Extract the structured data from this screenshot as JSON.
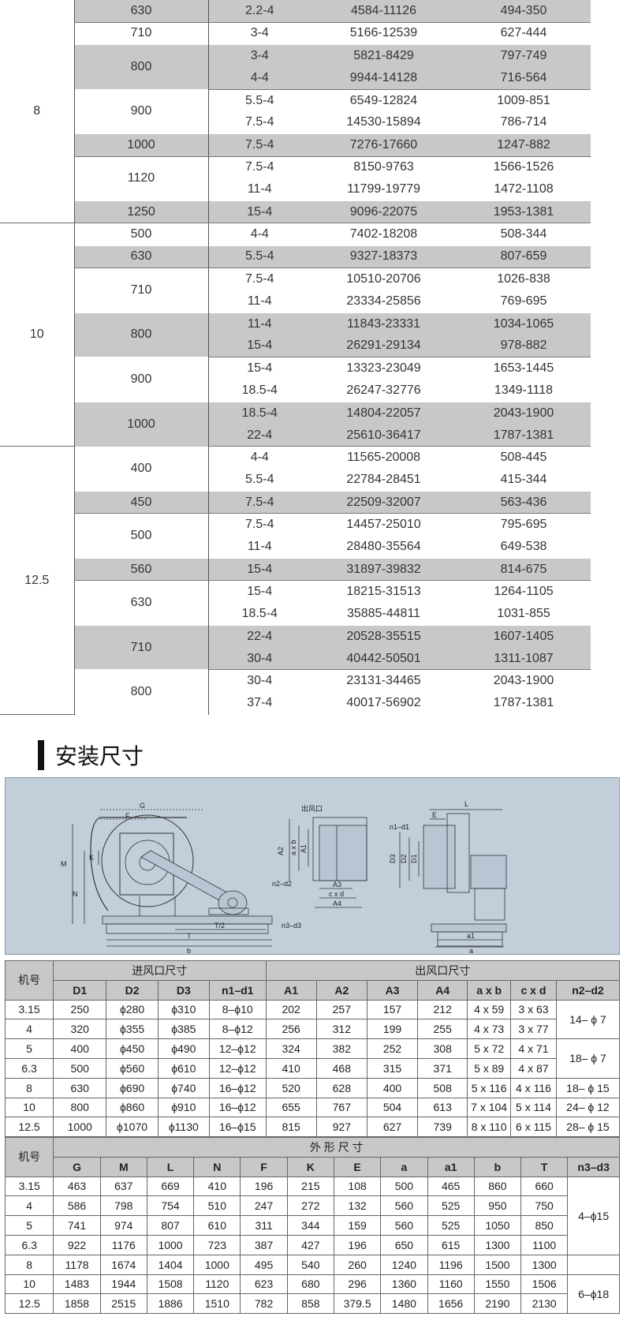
{
  "performance": {
    "groups": [
      {
        "machine": "8",
        "models": [
          {
            "size": "630",
            "rows": [
              [
                "2.2-4",
                "4584-11126",
                "494-350"
              ]
            ]
          },
          {
            "size": "710",
            "rows": [
              [
                "3-4",
                "5166-12539",
                "627-444"
              ]
            ]
          },
          {
            "size": "800",
            "rows": [
              [
                "3-4",
                "5821-8429",
                "797-749"
              ],
              [
                "4-4",
                "9944-14128",
                "716-564"
              ]
            ]
          },
          {
            "size": "900",
            "rows": [
              [
                "5.5-4",
                "6549-12824",
                "1009-851"
              ],
              [
                "7.5-4",
                "14530-15894",
                "786-714"
              ]
            ]
          },
          {
            "size": "1000",
            "rows": [
              [
                "7.5-4",
                "7276-17660",
                "1247-882"
              ]
            ]
          },
          {
            "size": "1120",
            "rows": [
              [
                "7.5-4",
                "8150-9763",
                "1566-1526"
              ],
              [
                "11-4",
                "11799-19779",
                "1472-1108"
              ]
            ]
          },
          {
            "size": "1250",
            "rows": [
              [
                "15-4",
                "9096-22075",
                "1953-1381"
              ]
            ]
          }
        ]
      },
      {
        "machine": "10",
        "models": [
          {
            "size": "500",
            "rows": [
              [
                "4-4",
                "7402-18208",
                "508-344"
              ]
            ]
          },
          {
            "size": "630",
            "rows": [
              [
                "5.5-4",
                "9327-18373",
                "807-659"
              ]
            ]
          },
          {
            "size": "710",
            "rows": [
              [
                "7.5-4",
                "10510-20706",
                "1026-838"
              ],
              [
                "11-4",
                "23334-25856",
                "769-695"
              ]
            ]
          },
          {
            "size": "800",
            "rows": [
              [
                "11-4",
                "11843-23331",
                "1034-1065"
              ],
              [
                "15-4",
                "26291-29134",
                "978-882"
              ]
            ]
          },
          {
            "size": "900",
            "rows": [
              [
                "15-4",
                "13323-23049",
                "1653-1445"
              ],
              [
                "18.5-4",
                "26247-32776",
                "1349-1118"
              ]
            ]
          },
          {
            "size": "1000",
            "rows": [
              [
                "18.5-4",
                "14804-22057",
                "2043-1900"
              ],
              [
                "22-4",
                "25610-36417",
                "1787-1381"
              ]
            ]
          }
        ]
      },
      {
        "machine": "12.5",
        "models": [
          {
            "size": "400",
            "rows": [
              [
                "4-4",
                "11565-20008",
                "508-445"
              ],
              [
                "5.5-4",
                "22784-28451",
                "415-344"
              ]
            ]
          },
          {
            "size": "450",
            "rows": [
              [
                "7.5-4",
                "22509-32007",
                "563-436"
              ]
            ]
          },
          {
            "size": "500",
            "rows": [
              [
                "7.5-4",
                "14457-25010",
                "795-695"
              ],
              [
                "11-4",
                "28480-35564",
                "649-538"
              ]
            ]
          },
          {
            "size": "560",
            "rows": [
              [
                "15-4",
                "31897-39832",
                "814-675"
              ]
            ]
          },
          {
            "size": "630",
            "rows": [
              [
                "15-4",
                "18215-31513",
                "1264-1105"
              ],
              [
                "18.5-4",
                "35885-44811",
                "1031-855"
              ]
            ]
          },
          {
            "size": "710",
            "rows": [
              [
                "22-4",
                "20528-35515",
                "1607-1405"
              ],
              [
                "30-4",
                "40442-50501",
                "1311-1087"
              ]
            ]
          },
          {
            "size": "800",
            "rows": [
              [
                "30-4",
                "23131-34465",
                "2043-1900"
              ],
              [
                "37-4",
                "40017-56902",
                "1787-1381"
              ]
            ]
          }
        ]
      }
    ]
  },
  "section": {
    "title": "安装尺寸"
  },
  "diagram": {
    "outlet_label": "出风口",
    "labels": {
      "G": "G",
      "F": "F",
      "M": "M",
      "K": "K",
      "N": "N",
      "T2": "T/2",
      "T": "T",
      "b": "b",
      "n3d3": "n3–d3",
      "A2": "A2",
      "axb": "a x b",
      "A1": "A1",
      "n2d2": "n2–d2",
      "A3": "A3",
      "cxd": "c x d",
      "A4": "A4",
      "E": "E",
      "L": "L",
      "n1d1": "n1–d1",
      "D3": "D3",
      "D2": "D2",
      "D1": "D1",
      "a1": "a1",
      "a": "a"
    }
  },
  "dim_table1": {
    "machine_label": "机号",
    "inlet_label": "进风口尺寸",
    "outlet_label": "出风口尺寸",
    "inlet_cols": [
      "D1",
      "D2",
      "D3",
      "n1–d1"
    ],
    "outlet_cols": [
      "A1",
      "A2",
      "A3",
      "A4",
      "a x b",
      "c x d",
      "n2–d2"
    ],
    "rows": [
      {
        "machine": "3.15",
        "c": [
          "250",
          "ϕ280",
          "ϕ310",
          "8–ϕ10",
          "202",
          "257",
          "157",
          "212",
          "4 x 59",
          "3 x 63"
        ]
      },
      {
        "machine": "4",
        "c": [
          "320",
          "ϕ355",
          "ϕ385",
          "8–ϕ12",
          "256",
          "312",
          "199",
          "255",
          "4 x 73",
          "3 x 77"
        ]
      },
      {
        "machine": "5",
        "c": [
          "400",
          "ϕ450",
          "ϕ490",
          "12–ϕ12",
          "324",
          "382",
          "252",
          "308",
          "5 x 72",
          "4 x 71"
        ]
      },
      {
        "machine": "6.3",
        "c": [
          "500",
          "ϕ560",
          "ϕ610",
          "12–ϕ12",
          "410",
          "468",
          "315",
          "371",
          "5 x 89",
          "4 x 87"
        ]
      },
      {
        "machine": "8",
        "c": [
          "630",
          "ϕ690",
          "ϕ740",
          "16–ϕ12",
          "520",
          "628",
          "400",
          "508",
          "5 x 116",
          "4 x 116"
        ]
      },
      {
        "machine": "10",
        "c": [
          "800",
          "ϕ860",
          "ϕ910",
          "16–ϕ12",
          "655",
          "767",
          "504",
          "613",
          "7 x 104",
          "5 x 114"
        ]
      },
      {
        "machine": "12.5",
        "c": [
          "1000",
          "ϕ1070",
          "ϕ1130",
          "16–ϕ15",
          "815",
          "927",
          "627",
          "739",
          "8 x 110",
          "6 x 115"
        ]
      }
    ],
    "n2d2": [
      "14– ϕ 7",
      "18– ϕ 7",
      "18– ϕ 15",
      "24– ϕ 12",
      "28– ϕ 15"
    ]
  },
  "dim_table2": {
    "machine_label": "机号",
    "outer_label": "外 形 尺 寸",
    "cols": [
      "G",
      "M",
      "L",
      "N",
      "F",
      "K",
      "E",
      "a",
      "a1",
      "b",
      "T",
      "n3–d3"
    ],
    "rows": [
      {
        "machine": "3.15",
        "c": [
          "463",
          "637",
          "669",
          "410",
          "196",
          "215",
          "108",
          "500",
          "465",
          "860",
          "660"
        ]
      },
      {
        "machine": "4",
        "c": [
          "586",
          "798",
          "754",
          "510",
          "247",
          "272",
          "132",
          "560",
          "525",
          "950",
          "750"
        ]
      },
      {
        "machine": "5",
        "c": [
          "741",
          "974",
          "807",
          "610",
          "311",
          "344",
          "159",
          "560",
          "525",
          "1050",
          "850"
        ]
      },
      {
        "machine": "6.3",
        "c": [
          "922",
          "1176",
          "1000",
          "723",
          "387",
          "427",
          "196",
          "650",
          "615",
          "1300",
          "1100"
        ]
      },
      {
        "machine": "8",
        "c": [
          "1178",
          "1674",
          "1404",
          "1000",
          "495",
          "540",
          "260",
          "1240",
          "1196",
          "1500",
          "1300"
        ]
      },
      {
        "machine": "10",
        "c": [
          "1483",
          "1944",
          "1508",
          "1120",
          "623",
          "680",
          "296",
          "1360",
          "1160",
          "1550",
          "1506"
        ]
      },
      {
        "machine": "12.5",
        "c": [
          "1858",
          "2515",
          "1886",
          "1510",
          "782",
          "858",
          "379.5",
          "1480",
          "1656",
          "2190",
          "2130"
        ]
      }
    ],
    "n3d3": [
      "4–ϕ15",
      "6–ϕ18"
    ]
  }
}
